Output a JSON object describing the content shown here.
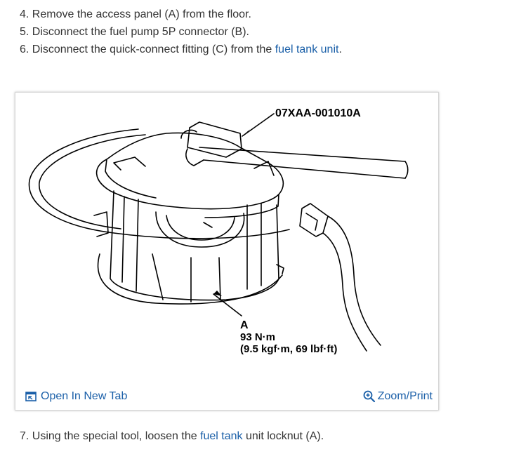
{
  "steps": [
    {
      "number": "4.",
      "text": "Remove the access panel (A) from the floor."
    },
    {
      "number": "5.",
      "text": "Disconnect the fuel pump 5P connector (B)."
    },
    {
      "number": "6.",
      "text_before": "Disconnect the quick-connect fitting (C) from the ",
      "link": "fuel tank unit",
      "text_after": "."
    }
  ],
  "figure": {
    "tool_code": "07XAA-001010A",
    "callout_letter": "A",
    "torque_nm": "93 N·m",
    "torque_alt": "(9.5 kgf·m, 69 lbf·ft)",
    "open_tab_label": "Open In New Tab",
    "zoom_label": "Zoom/Print"
  },
  "step7": {
    "number": "7.",
    "text_before": "Using the special tool, loosen the ",
    "link": "fuel tank",
    "text_after": " unit locknut (A)."
  },
  "colors": {
    "link": "#1a5fa8",
    "text": "#333333"
  }
}
